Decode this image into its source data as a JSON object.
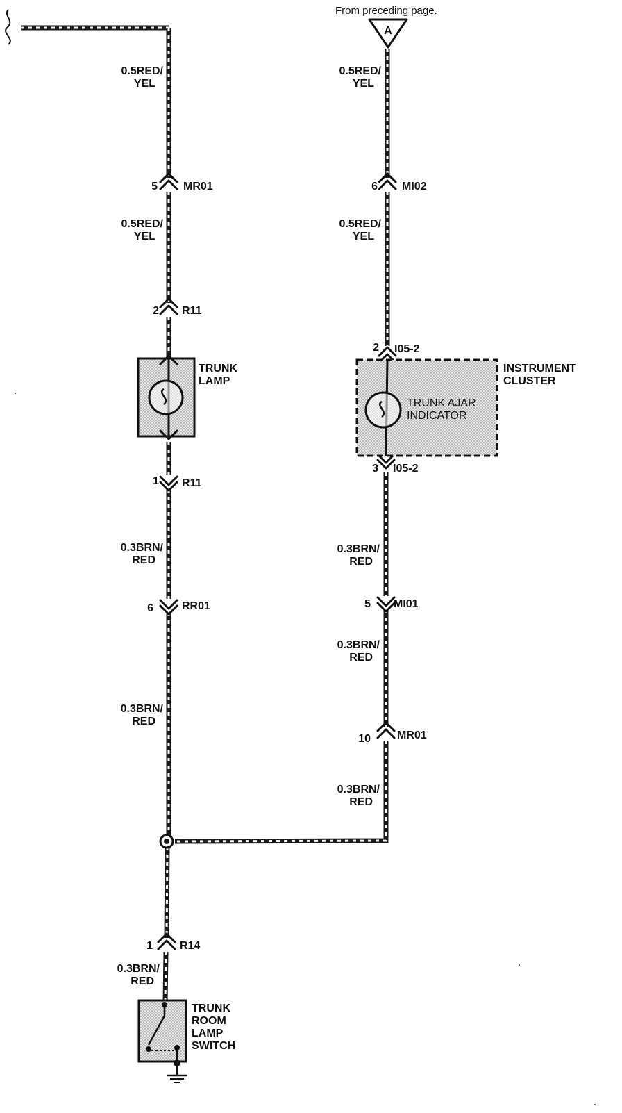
{
  "header": {
    "note": "From preceding page.",
    "ref_letter": "A"
  },
  "wires": {
    "left_top_1": [
      "0.5RED/",
      "YEL"
    ],
    "left_top_2": [
      "0.5RED/",
      "YEL"
    ],
    "left_mid_1": [
      "0.3BRN/",
      "RED"
    ],
    "left_mid_2": [
      "0.3BRN/",
      "RED"
    ],
    "left_bottom": [
      "0.3BRN/",
      "RED"
    ],
    "right_top_1": [
      "0.5RED/",
      "YEL"
    ],
    "right_top_2": [
      "0.5RED/",
      "YEL"
    ],
    "right_mid_1": [
      "0.3BRN/",
      "RED"
    ],
    "right_mid_2": [
      "0.3BRN/",
      "RED"
    ],
    "right_bottom": [
      "0.3BRN/",
      "RED"
    ]
  },
  "connectors": {
    "mr01_left": {
      "pin": "5",
      "name": "MR01"
    },
    "r11_top": {
      "pin": "2",
      "name": "R11"
    },
    "r11_bottom": {
      "pin": "1",
      "name": "R11"
    },
    "rr01": {
      "pin": "6",
      "name": "RR01"
    },
    "r14": {
      "pin": "1",
      "name": "R14"
    },
    "mi02": {
      "pin": "6",
      "name": "MI02"
    },
    "i05_top": {
      "pin": "2",
      "name": "I05-2"
    },
    "i05_bottom": {
      "pin": "3",
      "name": "I05-2"
    },
    "mi01": {
      "pin": "5",
      "name": "MI01"
    },
    "mr01_right": {
      "pin": "10",
      "name": "MR01"
    }
  },
  "components": {
    "trunk_lamp": [
      "TRUNK",
      "LAMP"
    ],
    "instrument_cluster": [
      "INSTRUMENT",
      "CLUSTER"
    ],
    "trunk_ajar_indicator": [
      "TRUNK AJAR",
      "INDICATOR"
    ],
    "trunk_room_lamp_switch": [
      "TRUNK",
      "ROOM",
      "LAMP",
      "SWITCH"
    ]
  }
}
